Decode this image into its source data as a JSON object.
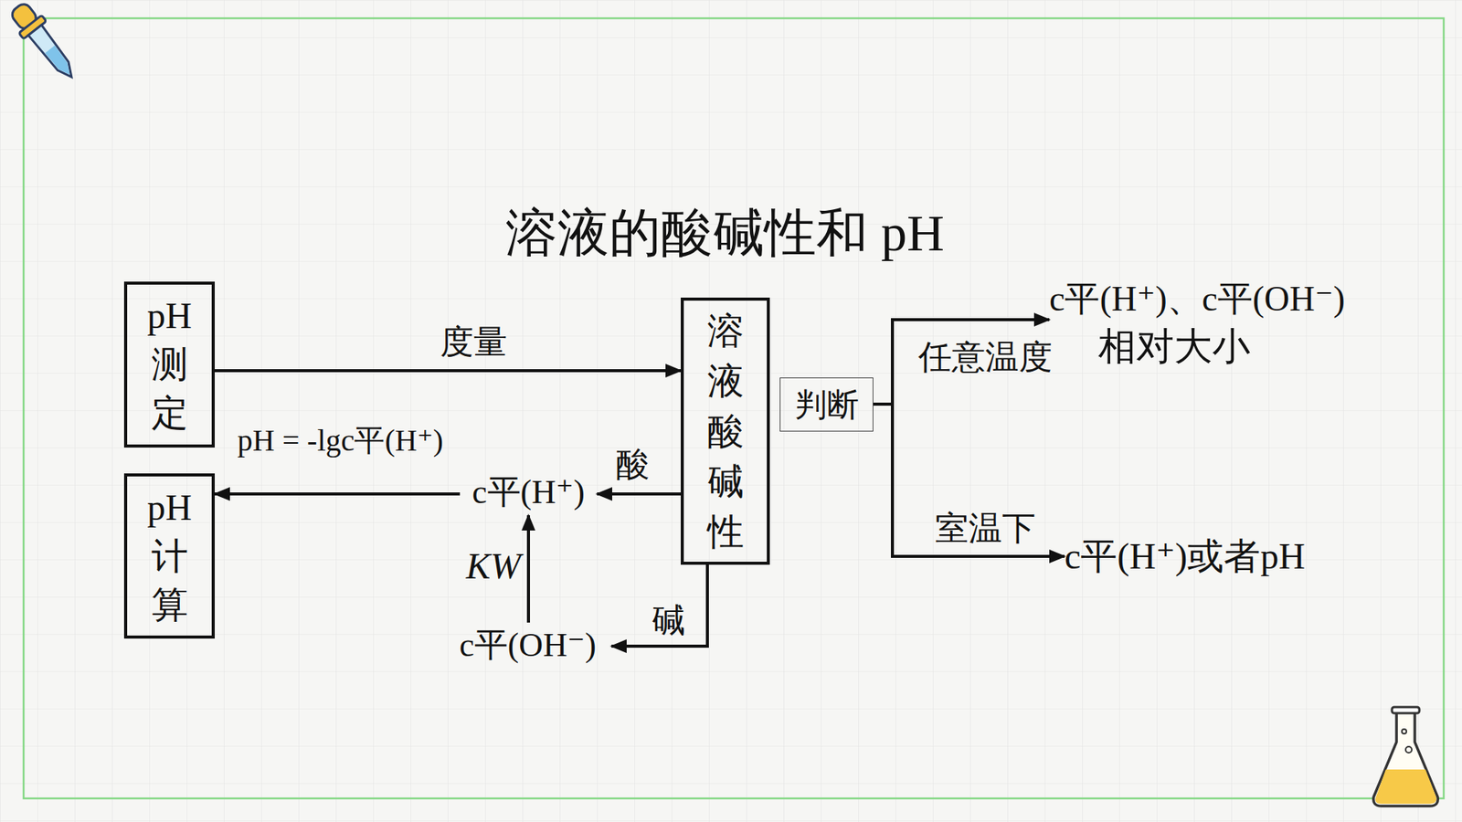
{
  "diagram": {
    "title": "溶液的酸碱性和 pH",
    "nodes": [
      {
        "text": [
          "pH 测 定"
        ]
      },
      {
        "text": [
          "溶 液 酸 碱 性"
        ]
      },
      {
        "text": [
          "判断"
        ]
      },
      {
        "text": [
          "c平(H⁺)、c平(OH⁻)",
          "相对大小"
        ]
      },
      {
        "text": [
          "pH 计 算"
        ]
      },
      {
        "text": [
          "c平(H⁺)"
        ]
      },
      {
        "text": [
          "c平(OH⁻)"
        ]
      },
      {
        "text": [
          "c平(H⁺)或者pH"
        ]
      }
    ],
    "edges": [
      {
        "from": 0,
        "to": 1,
        "arrow": "to",
        "label": "度量"
      },
      {
        "from": 1,
        "to": 5,
        "arrow": "to",
        "label": "酸"
      },
      {
        "from": 1,
        "to": 6,
        "arrow": "to",
        "label": "碱"
      },
      {
        "from": 6,
        "to": 5,
        "arrow": "to",
        "label": "KW"
      },
      {
        "from": 5,
        "to": 4,
        "arrow": "to",
        "label": "pH = -lgc平(H⁺)"
      },
      {
        "from": 2,
        "to": 3,
        "arrow": "to",
        "label": "任意温度"
      },
      {
        "from": 2,
        "to": 7,
        "arrow": "to",
        "label": "室温下"
      }
    ]
  }
}
